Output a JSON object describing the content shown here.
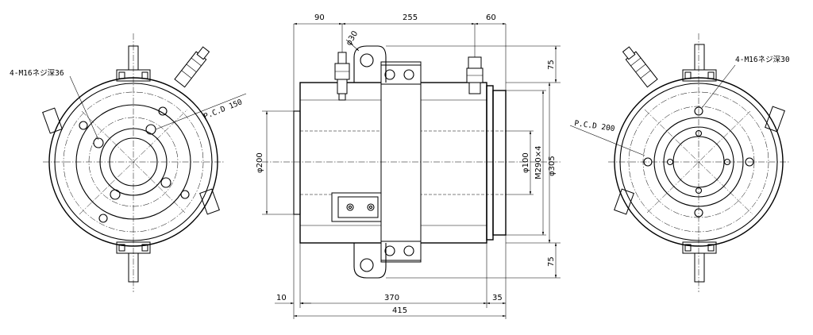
{
  "left_view": {
    "thread_note": "4-M16ネジ深36",
    "pcd_note": "P.C.D 150"
  },
  "side_view": {
    "dims": {
      "top_left": "90",
      "top_mid": "255",
      "top_right": "60",
      "port": "φ30",
      "right_top": "75",
      "right_bottom": "75",
      "left_dia": "φ200",
      "bore": "φ100",
      "thread": "M290×4",
      "outer": "φ305",
      "bottom_left": "10",
      "bottom_mid": "370",
      "bottom_right": "35",
      "overall": "415"
    }
  },
  "right_view": {
    "thread_note": "4-M16ネジ深30",
    "pcd_note": "P.C.D 200"
  }
}
